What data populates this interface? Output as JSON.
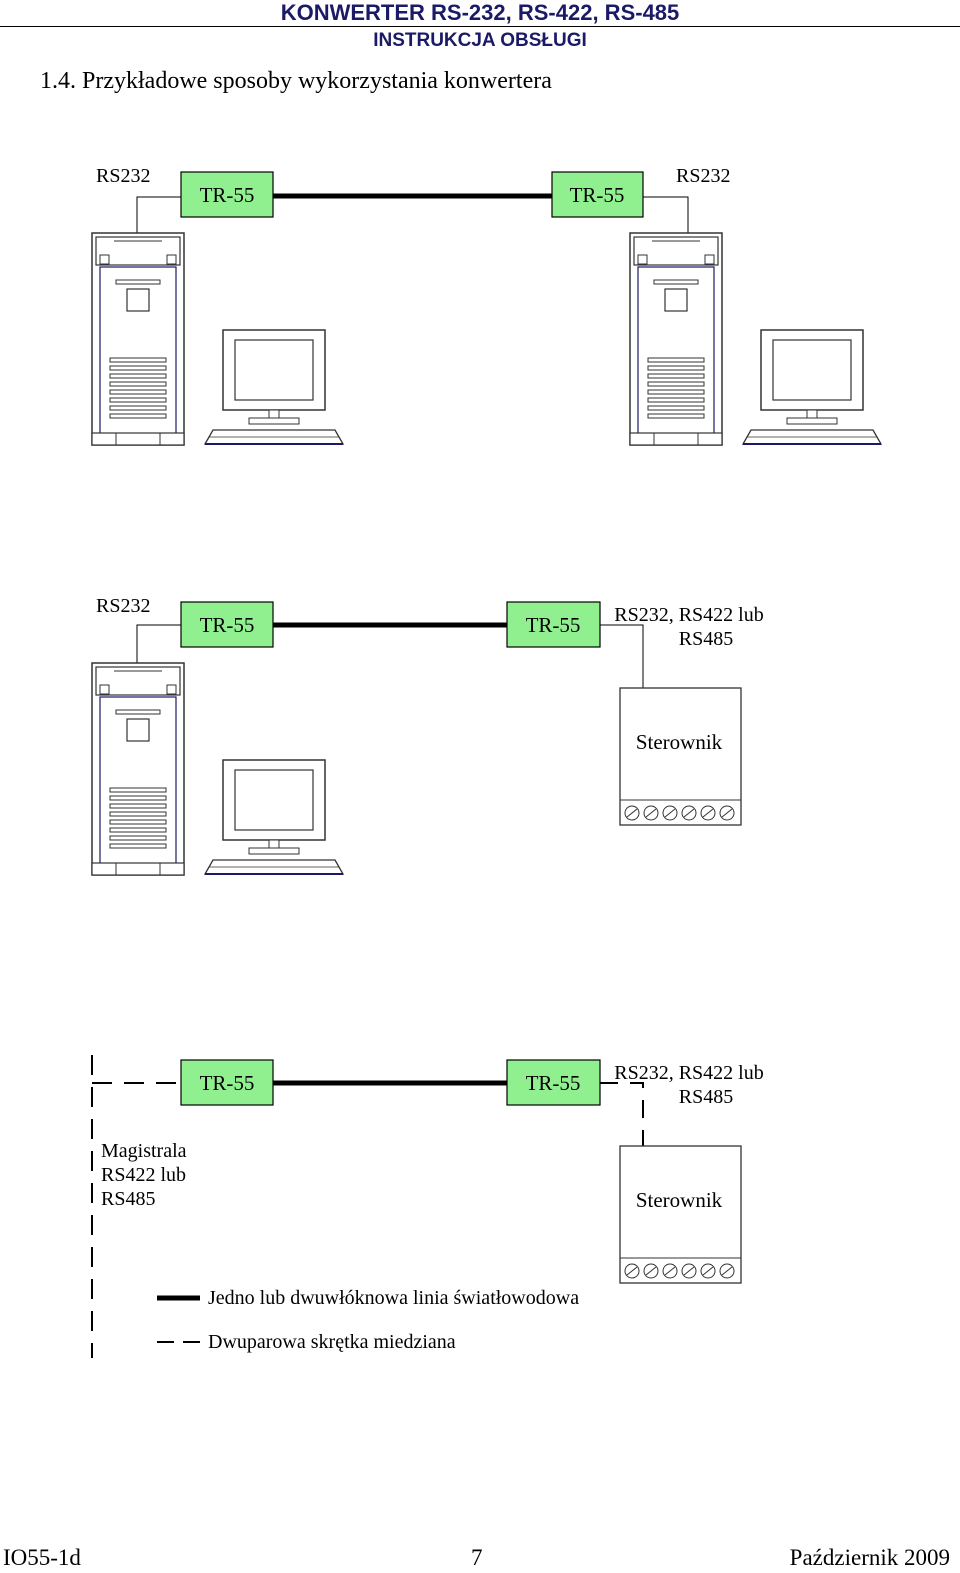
{
  "header": {
    "title": "KONWERTER RS-232, RS-422, RS-485",
    "subtitle": "INSTRUKCJA OBSŁUGI"
  },
  "section": {
    "title": "1.4. Przykładowe sposoby wykorzystania konwertera"
  },
  "diagram1": {
    "left_port": "RS232",
    "right_port": "RS232",
    "left_converter": "TR-55",
    "right_converter": "TR-55"
  },
  "diagram2": {
    "left_port": "RS232",
    "left_converter": "TR-55",
    "right_converter": "TR-55",
    "right_port_line1": "RS232, RS422 lub",
    "right_port_line2": "RS485",
    "device": "Sterownik"
  },
  "diagram3": {
    "left_converter": "TR-55",
    "right_converter": "TR-55",
    "right_port_line1": "RS232, RS422 lub",
    "right_port_line2": "RS485",
    "device": "Sterownik",
    "bus_line1": "Magistrala",
    "bus_line2": "RS422 lub",
    "bus_line3": "RS485"
  },
  "legend": {
    "solid": "Jedno lub dwuwłóknowa linia światłowodowa",
    "dashed": "Dwuparowa skrętka miedziana"
  },
  "footer": {
    "doc_id": "IO55-1d",
    "page": "7",
    "date": "Październik 2009"
  },
  "colors": {
    "converter_fill": "#90f090",
    "line": "#000000",
    "header_text": "#1a1a66",
    "device_stroke": "#1a1a66"
  }
}
